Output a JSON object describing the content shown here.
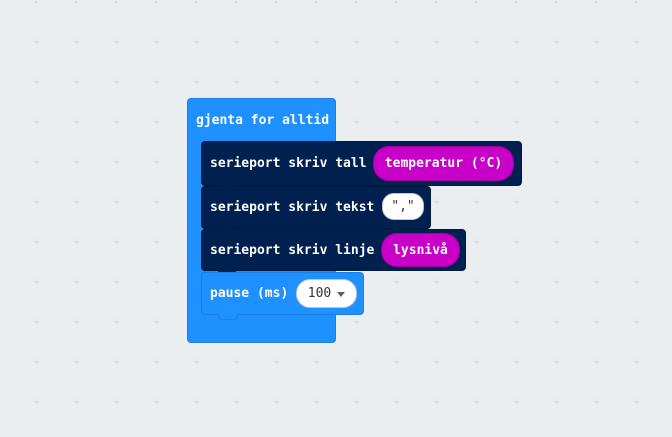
{
  "forever": {
    "label": "gjenta for alltid"
  },
  "blocks": [
    {
      "label": "serieport skriv tall",
      "value": "temperatur (°C)"
    },
    {
      "label": "serieport skriv tekst",
      "value": "\",\""
    },
    {
      "label": "serieport skriv linje",
      "value": "lysnivå"
    },
    {
      "label": "pause (ms)",
      "value": "100"
    }
  ],
  "colors": {
    "loops": "#1e90ff",
    "serial": "#002050",
    "input": "#c800c8",
    "workspace": "#ebeef0"
  },
  "icons": {
    "dropdown": "chevron-down-icon"
  }
}
